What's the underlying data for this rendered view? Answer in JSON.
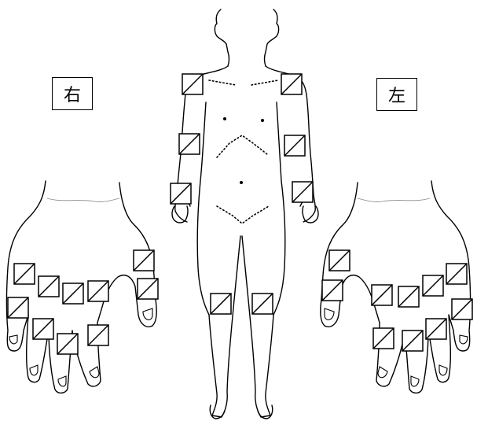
{
  "labels": {
    "right": "右",
    "left": "左"
  },
  "joint_marker_style": "square-with-diagonal",
  "colors": {
    "line": "#000000",
    "background": "#ffffff",
    "wrist_crease": "#888888"
  }
}
